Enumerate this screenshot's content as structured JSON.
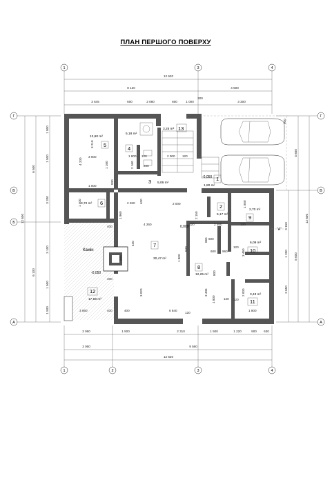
{
  "title": "ПЛАН ПЕРШОГО ПОВЕРХУ",
  "axes": {
    "top": [
      "1",
      "3",
      "4"
    ],
    "bottom": [
      "1",
      "2",
      "3",
      "4"
    ],
    "left": [
      "Г",
      "В",
      "Б",
      "А"
    ],
    "right": [
      "Г",
      "В",
      "А"
    ]
  },
  "dims_top": {
    "overall": "12 620",
    "row2": [
      "8 120",
      "4 500"
    ],
    "row3": [
      "3 645",
      "600",
      "2 080",
      "800",
      "1 000",
      "300",
      "3 300"
    ],
    "small": "900"
  },
  "dims_bottom": {
    "row1": [
      "3 060",
      "1 500",
      "2 310",
      "1 500",
      "1 220",
      "900",
      "630"
    ],
    "row2": [
      "3 060",
      "9 560"
    ],
    "overall": "12 620"
  },
  "dims_left": {
    "overall": "12 600",
    "upper": "6 500",
    "lower": "6 100",
    "row3": [
      "1 800",
      "1 500",
      "3 200",
      "3 100",
      "1 500",
      "1 500"
    ]
  },
  "dims_right": {
    "overall": "12 600",
    "upper": "4 600",
    "lower": "8 000",
    "row3": [
      "3 150",
      "1 200",
      "3 650"
    ]
  },
  "rooms": [
    {
      "num": "5",
      "area": "12,60 m²"
    },
    {
      "num": "4",
      "area": "5,18 m²"
    },
    {
      "num": "13",
      "area": "3,25 m²"
    },
    {
      "num": "3",
      "area": "5,06 m²"
    },
    {
      "num": "1",
      "area": "1,80 m²"
    },
    {
      "num": "6",
      "area": "3,72 m²"
    },
    {
      "num": "2",
      "area": "5,17 m²"
    },
    {
      "num": "9",
      "area": "2,70 m²"
    },
    {
      "num": "10",
      "area": "6,09 m²"
    },
    {
      "num": "7",
      "area": "30,47 m²"
    },
    {
      "num": "8",
      "area": "12,25 m²"
    },
    {
      "num": "11",
      "area": "3,43 m²"
    },
    {
      "num": "12",
      "area": "17,69 m²"
    }
  ],
  "levels": {
    "porch": "-0,050",
    "entry": "0,000",
    "terrace": "-0,050"
  },
  "labels": {
    "fireplace": "Камін",
    "section": "\"А\""
  },
  "interior_dims": [
    "3 210",
    "3 000",
    "4 200",
    "1 800",
    "120",
    "2 000",
    "120",
    "1 000",
    "830",
    "2 160",
    "1 400",
    "2 260",
    "1 960",
    "400",
    "2 000",
    "4 260",
    "2 150",
    "2 460",
    "1 550",
    "120",
    "120",
    "400",
    "6 840",
    "3 020",
    "1 800",
    "665",
    "800",
    "3 435",
    "600",
    "960",
    "1 800",
    "3 460",
    "120",
    "2 000",
    "1 800",
    "120",
    "120",
    "400",
    "885",
    "440",
    "400",
    "3 060",
    "400",
    "600",
    "120",
    "640",
    "1 160",
    "200"
  ]
}
